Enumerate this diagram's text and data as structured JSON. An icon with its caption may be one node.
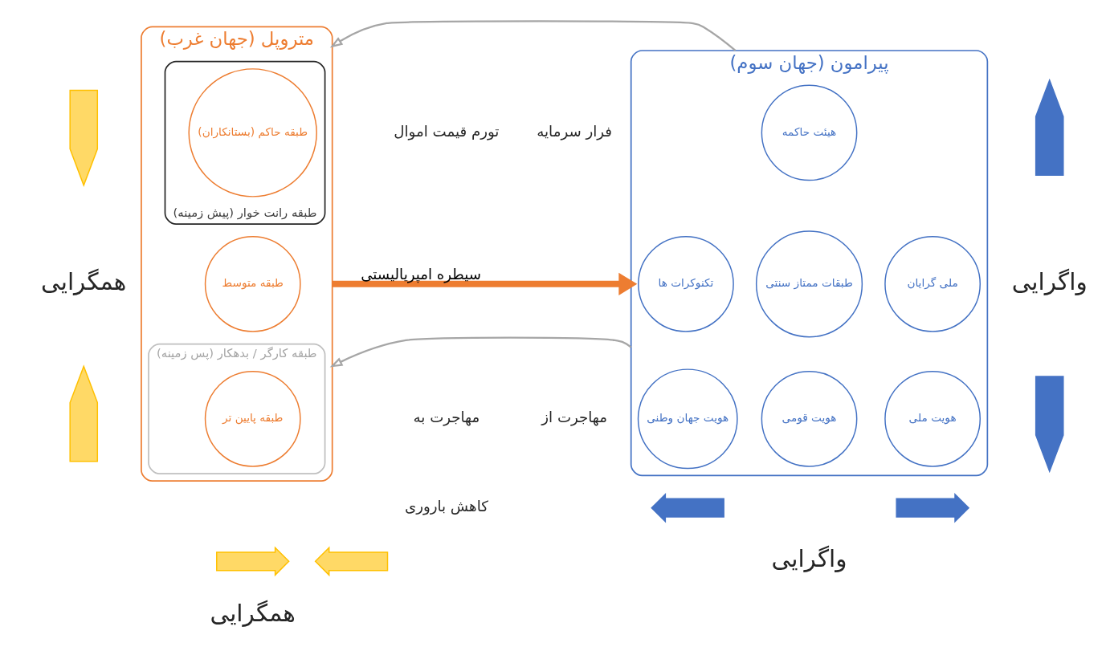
{
  "diagram": {
    "nodes": [
      {
        "text": [
          "متروپل (جهان غرب)"
        ]
      },
      {
        "text": [
          "طبقه رانت خوار (پیش زمینه)"
        ],
        "in": 0
      },
      {
        "text": [
          "طبقه حاکم (بستانکاران)"
        ],
        "in": 1
      },
      {
        "text": [
          "طبقه متوسط"
        ],
        "in": 0
      },
      {
        "text": [
          "طبقه کارگر / بدهکار (پس زمینه)"
        ],
        "in": 0
      },
      {
        "text": [
          "طبقه پایین تر"
        ],
        "in": 4
      },
      {
        "text": [
          "پیرامون (جهان سوم)"
        ]
      },
      {
        "text": [
          "هیئت حاکمه"
        ],
        "in": 6
      },
      {
        "text": [
          "تکنوکرات ها"
        ],
        "in": 6
      },
      {
        "text": [
          "طبقات ممتاز سنتی"
        ],
        "in": 6
      },
      {
        "text": [
          "ملی گرایان"
        ],
        "in": 6
      },
      {
        "text": [
          "هویت جهان وطنی"
        ],
        "in": 6
      },
      {
        "text": [
          "هویت قومی"
        ],
        "in": 6
      },
      {
        "text": [
          "هویت ملی"
        ],
        "in": 6
      },
      {
        "text": [],
        "shape": "arrow"
      },
      {
        "text": [],
        "shape": "arrow"
      },
      {
        "text": [],
        "shape": "arrow"
      },
      {
        "text": [],
        "shape": "arrow"
      },
      {
        "text": [],
        "shape": "arrow"
      },
      {
        "text": [],
        "shape": "arrow"
      },
      {
        "text": [],
        "shape": "arrow"
      },
      {
        "text": [],
        "shape": "arrow"
      }
    ],
    "edges": [
      {
        "from": 0,
        "to": 6,
        "arrow": "to",
        "label": "سیطره امپریالیستی",
        "style": "thick",
        "color": "#ed7d31"
      },
      {
        "from": 6,
        "to": 0,
        "arrow": "to"
      },
      {
        "from": 6,
        "to": 0,
        "arrow": "to"
      }
    ],
    "labels": [
      "تورم قیمت اموال",
      "فرار سرمایه",
      "همگرایی",
      "واگرایی",
      "مهاجرت از",
      "مهاجرت به",
      "کاهش باروری",
      "واگرایی",
      "همگرایی"
    ]
  }
}
